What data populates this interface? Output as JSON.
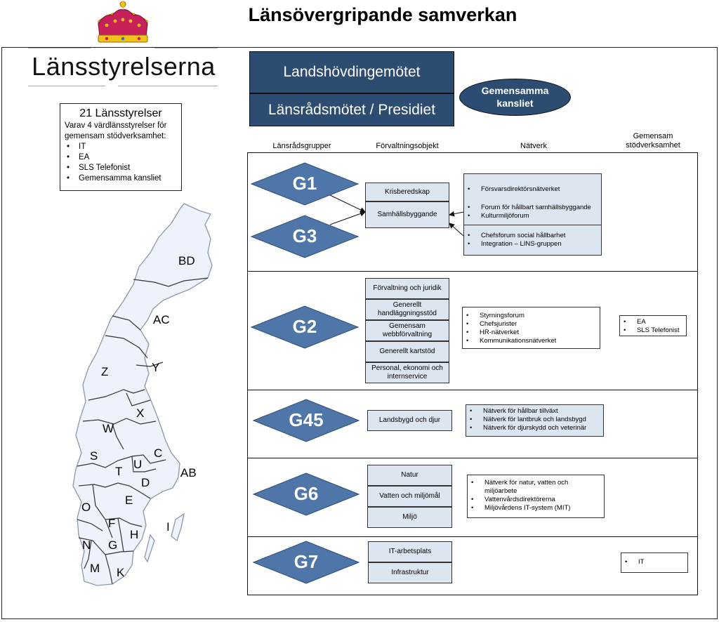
{
  "header": {
    "title": "Länsövergripande samverkan"
  },
  "logo": {
    "name": "Länsstyrelserna"
  },
  "info_box": {
    "title": "21 Länsstyrelser",
    "description": "Varav 4 värdlänsstyrelser för gemensam stödverksamhet:",
    "items": [
      "IT",
      "EA",
      "SLS Telefonist",
      "Gemensamma kansliet"
    ]
  },
  "top_boxes": {
    "landshovding": "Landshövdingemötet",
    "lansrad": "Länsrådsmötet / Presidiet"
  },
  "kansliet": {
    "line1": "Gemensamma",
    "line2": "kansliet"
  },
  "columns": {
    "groups": "Länsrådsgrupper",
    "objects": "Förvaltningsobjekt",
    "networks": "Nätverk",
    "support_line1": "Gemensam",
    "support_line2": "stödverksamhet"
  },
  "bands": {
    "g1g3": {
      "groups": [
        "G1",
        "G3"
      ],
      "objects": [
        "Krisberedskap",
        "Samhällsbyggande"
      ],
      "networks_a": [
        "Försvarsdirektörsnätverket",
        "Forum för hållbart samhällsbyggande",
        "Kulturmiljöforum"
      ],
      "networks_b": [
        "Chefsforum social hållbarhet",
        "Integration – LINS-gruppen"
      ]
    },
    "g2": {
      "group": "G2",
      "objects": [
        "Förvaltning och juridik",
        "Generellt handläggningsstöd",
        "Gemensam webbförvaltning",
        "Generellt kartstöd",
        "Personal, ekonomi och internservice"
      ],
      "networks": [
        "Styrningsforum",
        "Chefsjurister",
        "HR-nätverket",
        "Kommunikationsnätverket"
      ],
      "support": [
        "EA",
        "SLS Telefonist"
      ]
    },
    "g45": {
      "group": "G45",
      "objects": [
        "Landsbygd och djur"
      ],
      "networks": [
        "Nätverk för hållbar tillväxt",
        "Nätverk för lantbruk och landsbygd",
        "Nätverk för djurskydd och veterinär"
      ]
    },
    "g6": {
      "group": "G6",
      "objects": [
        "Natur",
        "Vatten och miljömål",
        "Miljö"
      ],
      "networks": [
        "Nätverk för natur, vatten och miljöarbete",
        "Vattenvårdsdirektörerna",
        "Miljövårdens IT-system (MIT)"
      ]
    },
    "g7": {
      "group": "G7",
      "objects": [
        "IT-arbetsplats",
        "Infrastruktur"
      ],
      "support": [
        "IT"
      ]
    }
  },
  "map": {
    "counties": [
      "BD",
      "AC",
      "Z",
      "Y",
      "X",
      "W",
      "C",
      "S",
      "T",
      "U",
      "AB",
      "D",
      "O",
      "E",
      "F",
      "I",
      "N",
      "G",
      "H",
      "M",
      "K"
    ]
  },
  "colors": {
    "dark_blue": "#2d4c72",
    "diamond": "#4f76a8",
    "light_box": "#dce6f1",
    "map_fill": "#eef2fa",
    "crown_gold": "#f2c21a",
    "crown_red": "#c8205a"
  }
}
